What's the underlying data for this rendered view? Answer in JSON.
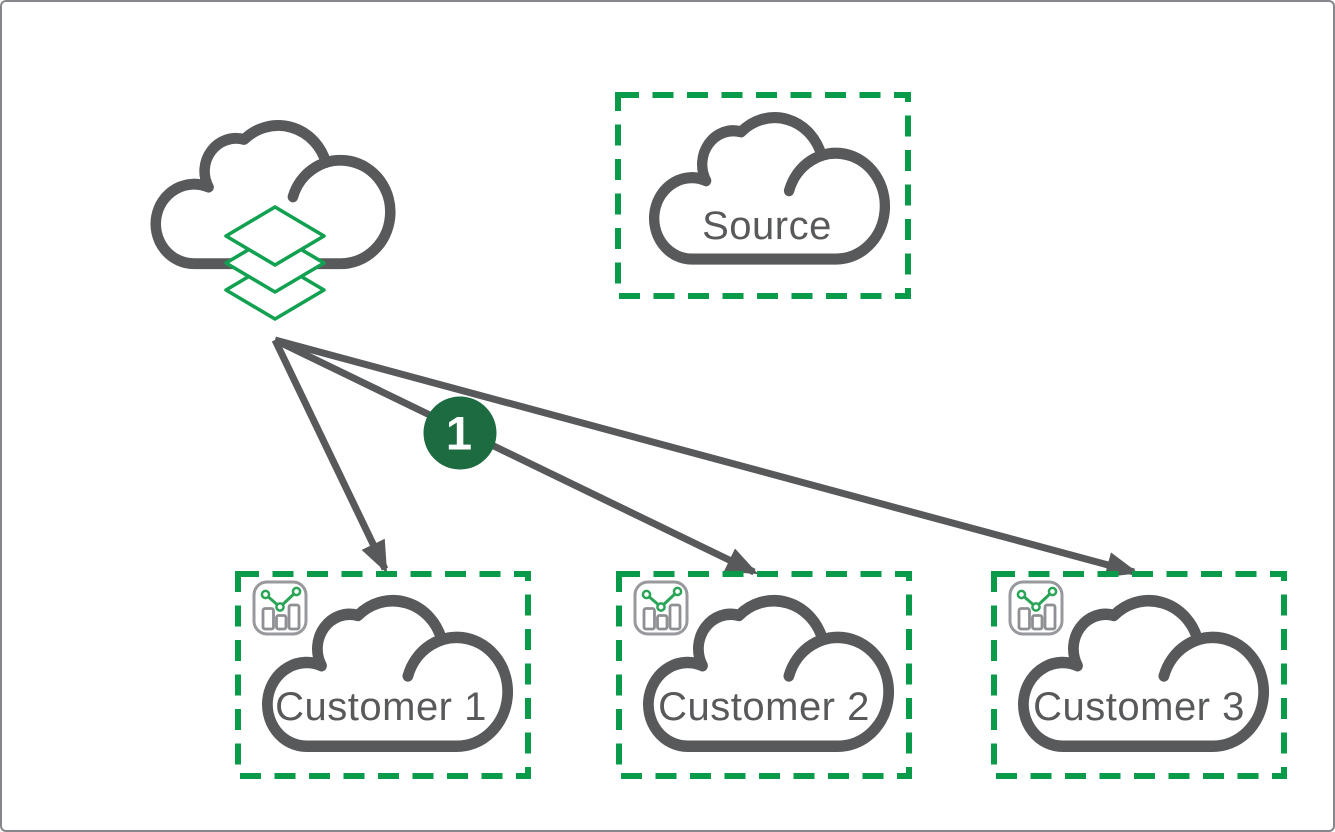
{
  "diagram": {
    "provider": {
      "icon": "cloud-layers-icon"
    },
    "source": {
      "label": "Source"
    },
    "customers": [
      {
        "label": "Customer 1",
        "corner_icon": "analytics-chart-icon"
      },
      {
        "label": "Customer 2",
        "corner_icon": "analytics-chart-icon"
      },
      {
        "label": "Customer 3",
        "corner_icon": "analytics-chart-icon"
      }
    ],
    "step_badge": {
      "label": "1"
    },
    "arrows": {
      "count": 3,
      "from": "provider-layers",
      "to": [
        "Customer 1",
        "Customer 2",
        "Customer 3"
      ]
    }
  },
  "colors": {
    "dashed_border_green": "#0a9b4a",
    "layers_green": "#12a150",
    "badge_green": "#1d6b41",
    "outline_gray": "#58595b",
    "icon_frame_gray": "#97999c",
    "icon_accent_green": "#2aa457",
    "canvas_border_gray": "#85878a",
    "background": "#ffffff"
  }
}
